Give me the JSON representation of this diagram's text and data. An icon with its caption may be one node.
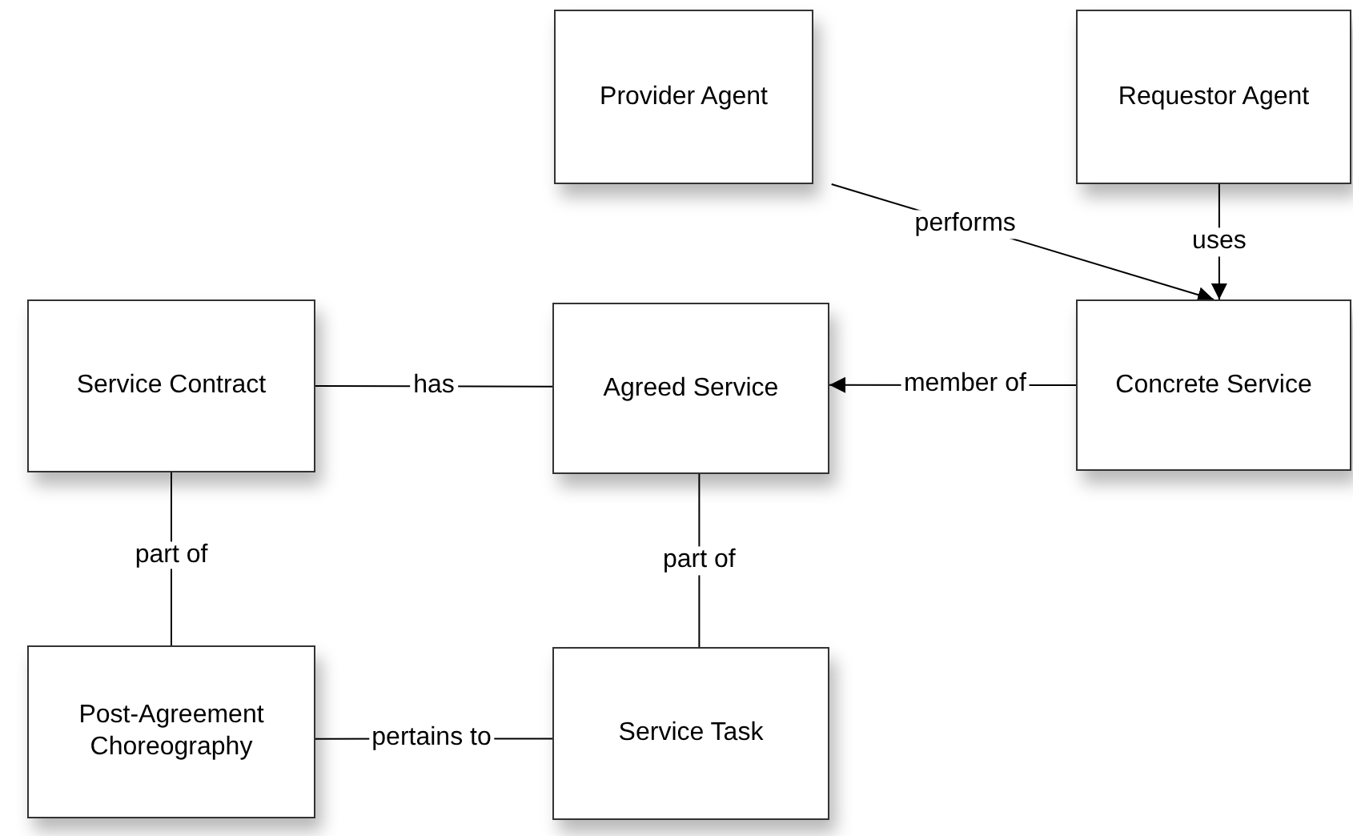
{
  "diagram": {
    "nodes": [
      {
        "text": [
          "Provider Agent"
        ]
      },
      {
        "text": [
          "Requestor Agent"
        ]
      },
      {
        "text": [
          "Service Contract"
        ]
      },
      {
        "text": [
          "Agreed Service"
        ]
      },
      {
        "text": [
          "Concrete Service"
        ]
      },
      {
        "text": [
          "Post-Agreement Choreography"
        ]
      },
      {
        "text": [
          "Service Task"
        ]
      }
    ],
    "edges": [
      {
        "from": 0,
        "to": 4,
        "arrow": "to",
        "label": "performs"
      },
      {
        "from": 1,
        "to": 4,
        "arrow": "to",
        "label": "uses"
      },
      {
        "from": 2,
        "to": 3,
        "arrow": "none",
        "label": "has"
      },
      {
        "from": 4,
        "to": 3,
        "arrow": "to",
        "label": "member of"
      },
      {
        "from": 2,
        "to": 5,
        "arrow": "none",
        "label": "part of"
      },
      {
        "from": 3,
        "to": 6,
        "arrow": "none",
        "label": "part of"
      },
      {
        "from": 5,
        "to": 6,
        "arrow": "none",
        "label": "pertains to"
      }
    ]
  }
}
